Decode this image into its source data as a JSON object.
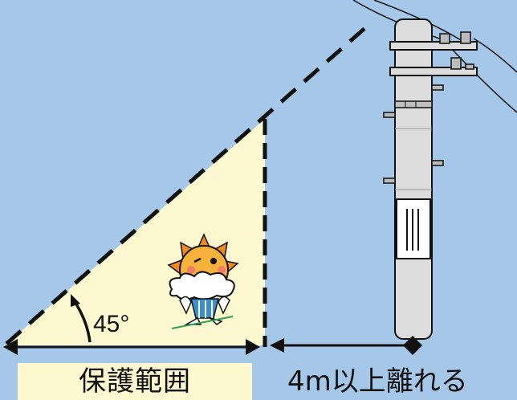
{
  "diagram": {
    "angle_label": "45°",
    "protection_range_label": "保護範囲",
    "distance_label": "4m以上離れる",
    "colors": {
      "sky": "#a6c8e8",
      "protection_zone": "#fdf8d0",
      "pole": "#dcdcdc",
      "line": "#111111",
      "mascot_face": "#f7b23b",
      "mascot_petals": "#f08a1c",
      "mascot_clothes": "#3a8fd0"
    },
    "icons": [
      "utility-pole-icon",
      "mascot-character-icon",
      "arrow-icon"
    ]
  }
}
